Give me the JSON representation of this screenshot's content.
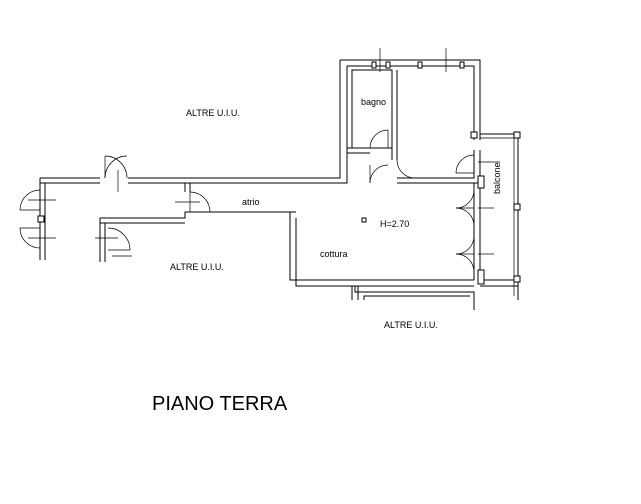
{
  "labels": {
    "altre_top": "ALTRE U.I.U.",
    "altre_left": "ALTRE U.I.U.",
    "altre_bottom": "ALTRE U.I.U.",
    "bagno": "bagno",
    "atrio": "atrio",
    "cottura": "cottura",
    "height": "H=2.70",
    "balcone": "balcone"
  },
  "title": "PIANO TERRA"
}
